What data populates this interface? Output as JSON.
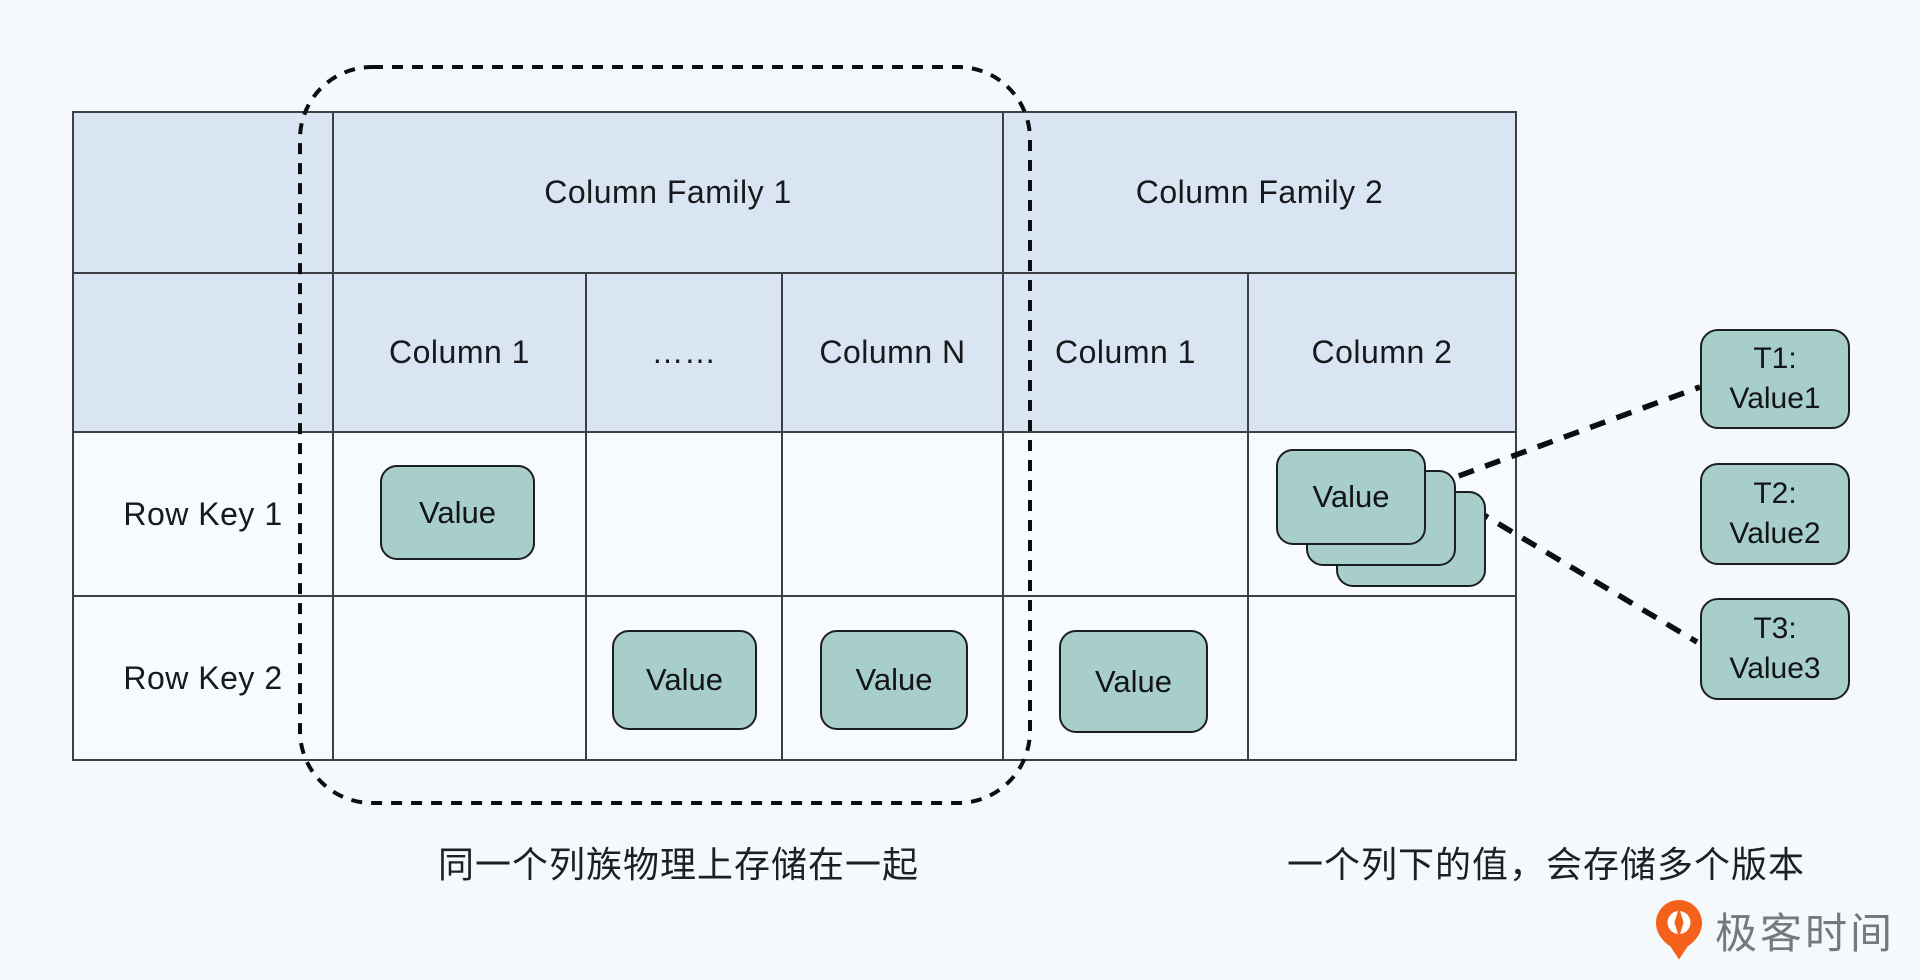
{
  "table": {
    "column_families": [
      "Column Family 1",
      "Column Family 2"
    ],
    "columns": [
      "Column 1",
      "……",
      "Column N",
      "Column 1",
      "Column 2"
    ],
    "row_labels": [
      "Row Key 1",
      "Row Key 2"
    ],
    "value_label": "Value"
  },
  "versions": [
    {
      "time": "T1:",
      "value": "Value1"
    },
    {
      "time": "T2:",
      "value": "Value2"
    },
    {
      "time": "T3:",
      "value": "Value3"
    }
  ],
  "annotations": {
    "column_family_note": "同一个列族物理上存储在一起",
    "multi_version_note": "一个列下的值，会存储多个版本"
  },
  "logo": {
    "text": "极客时间"
  },
  "colors": {
    "header_fill": "#d9e5f2",
    "value_fill": "#a7cecb",
    "background": "#f6f9fb",
    "grid_line": "#3d4043",
    "logo_orange": "#f4611b",
    "logo_gray": "#75787c"
  }
}
